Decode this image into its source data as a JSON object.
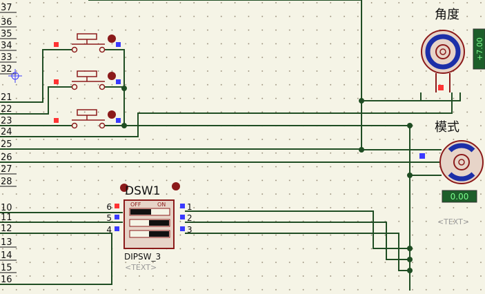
{
  "net_labels_top": [
    "37",
    "36",
    "35",
    "34",
    "33",
    "32",
    "21",
    "22",
    "23",
    "24",
    "25",
    "26",
    "27",
    "28"
  ],
  "net_labels_bottom": [
    "10",
    "11",
    "12",
    "13",
    "14",
    "15",
    "16"
  ],
  "encoder_angle": {
    "title": "角度",
    "readout": "+7.00"
  },
  "encoder_mode": {
    "title": "模式",
    "readout": "0.00",
    "text_placeholder": "<TEXT>"
  },
  "dipswitch": {
    "ref": "DSW1",
    "part": "DIPSW_3",
    "text_placeholder": "<TEXT>",
    "off_label": "OFF",
    "on_label": "ON",
    "left_pins": [
      "6",
      "5",
      "4"
    ],
    "right_pins": [
      "1",
      "2",
      "3"
    ]
  },
  "colors": {
    "background": "#f5f4e6",
    "wire": "#1f4d23",
    "component": "#8b1a1a",
    "readout_bg": "#1d5e2a",
    "readout_text": "#7dff8e",
    "pin_blue": "#3a3aff",
    "pin_red": "#ff3333"
  }
}
